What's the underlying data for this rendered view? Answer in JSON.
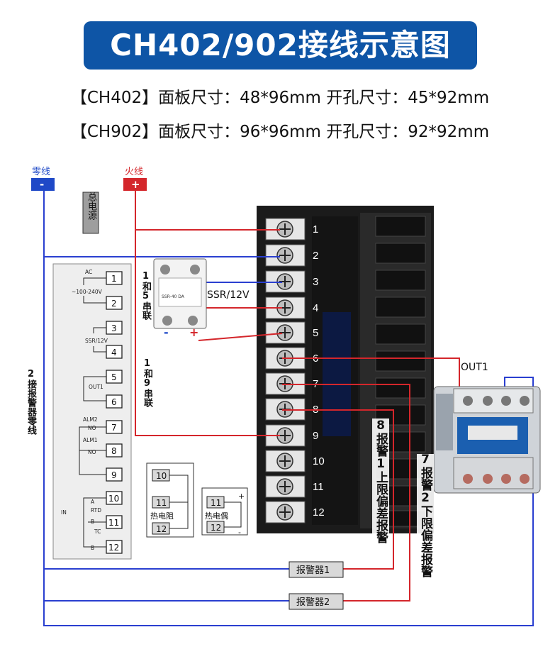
{
  "title": "CH402/902接线示意图",
  "specs": [
    "【CH402】面板尺寸：48*96mm  开孔尺寸：45*92mm",
    "【CH902】面板尺寸：96*96mm  开孔尺寸：92*92mm"
  ],
  "power": {
    "neutral_label": "零线",
    "neutral_sign": "-",
    "live_label": "火线",
    "live_sign": "+",
    "main_power": "总电源"
  },
  "ssr": {
    "label": "SSR/12V",
    "minus": "-",
    "plus": "+",
    "model": "SSR-40 DA",
    "note_15": "1和5串联",
    "note_19": "1和9串联"
  },
  "schematic": {
    "ac_label": "AC",
    "voltage": "~100-240V",
    "ssr_label": "SSR/12V",
    "out1_label": "OUT1",
    "alm2_label": "ALM2",
    "alm1_label": "ALM1",
    "no_label": "NO",
    "in_label": "IN",
    "a_label": "A",
    "rtd_label": "RTD",
    "b_label": "B",
    "tc_label": "TC",
    "terminals": [
      "1",
      "2",
      "3",
      "4",
      "5",
      "6",
      "7",
      "8",
      "9",
      "10",
      "11",
      "12"
    ]
  },
  "side_note": "2接报警器零线",
  "terminal_numbers": [
    "1",
    "2",
    "3",
    "4",
    "5",
    "6",
    "7",
    "8",
    "9",
    "10",
    "11",
    "12"
  ],
  "rtd_box": {
    "t1": "10",
    "t2": "11",
    "t3": "12",
    "label": "热电阻"
  },
  "tc_box": {
    "t1": "11",
    "t2": "12",
    "label": "热电偶",
    "plus": "+",
    "minus": "-"
  },
  "out1_label": "OUT1",
  "alarm_notes": {
    "alarm8": "8报警1上限偏差报警",
    "alarm7": "7报警2下限偏差报警"
  },
  "alarms": {
    "alarm1": "报警器1",
    "alarm2": "报警器2"
  },
  "colors": {
    "title_bg": "#0e55a6",
    "blue_wire": "#2a3fd0",
    "red_wire": "#d4262b",
    "neutral_box": "#1f49c7",
    "live_box": "#d4262b"
  }
}
